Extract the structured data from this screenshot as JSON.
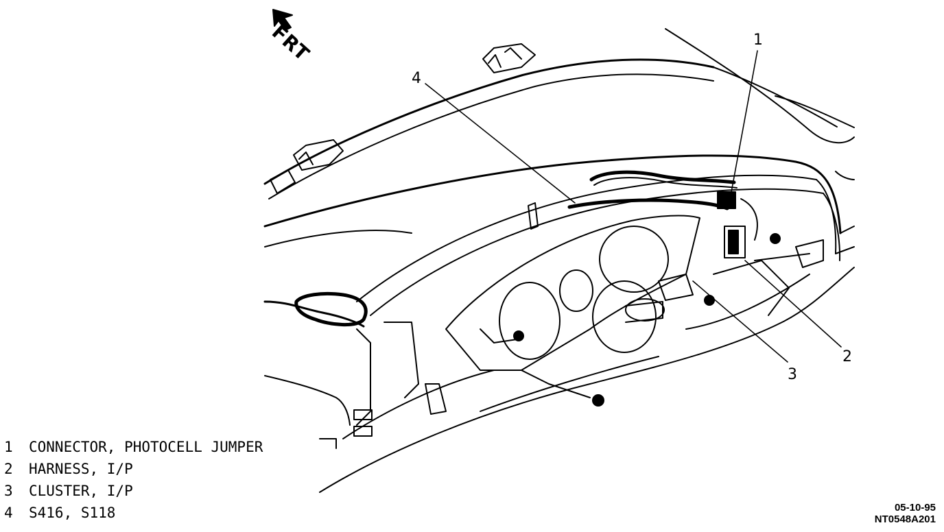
{
  "direction_marker": {
    "label": "FRT",
    "icon": "front-arrow-icon"
  },
  "callouts": [
    {
      "number": "1"
    },
    {
      "number": "2"
    },
    {
      "number": "3"
    },
    {
      "number": "4"
    }
  ],
  "legend": {
    "items": [
      {
        "number": "1",
        "text": "CONNECTOR, PHOTOCELL JUMPER"
      },
      {
        "number": "2",
        "text": "HARNESS, I/P"
      },
      {
        "number": "3",
        "text": "CLUSTER, I/P"
      },
      {
        "number": "4",
        "text": "S416, S118"
      }
    ]
  },
  "stamp": {
    "date": "05-10-95",
    "code": "NT0548A201"
  }
}
